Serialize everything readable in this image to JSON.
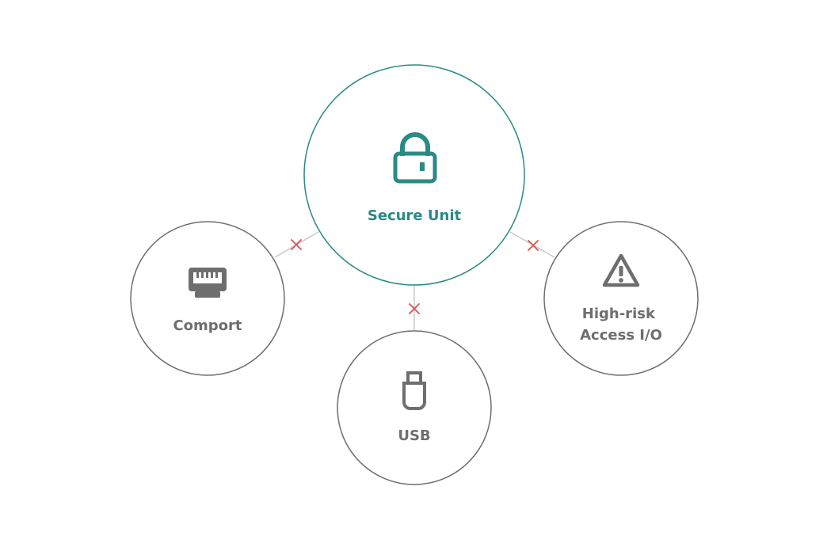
{
  "colors": {
    "primary": "#2a8a85",
    "secondary": "#6e6e6e",
    "connector": "#c8c8c8",
    "blocked": "#d9534f",
    "background": "#ffffff"
  },
  "center": {
    "label": "Secure Unit",
    "icon": "lock-icon"
  },
  "satellites": [
    {
      "id": "comport",
      "label_lines": [
        "Comport"
      ],
      "icon": "ethernet-port-icon",
      "connection": "blocked"
    },
    {
      "id": "usb",
      "label_lines": [
        "USB"
      ],
      "icon": "usb-icon",
      "connection": "blocked"
    },
    {
      "id": "high-risk",
      "label_lines": [
        "High-risk",
        "Access I/O"
      ],
      "icon": "warning-icon",
      "connection": "blocked"
    }
  ]
}
